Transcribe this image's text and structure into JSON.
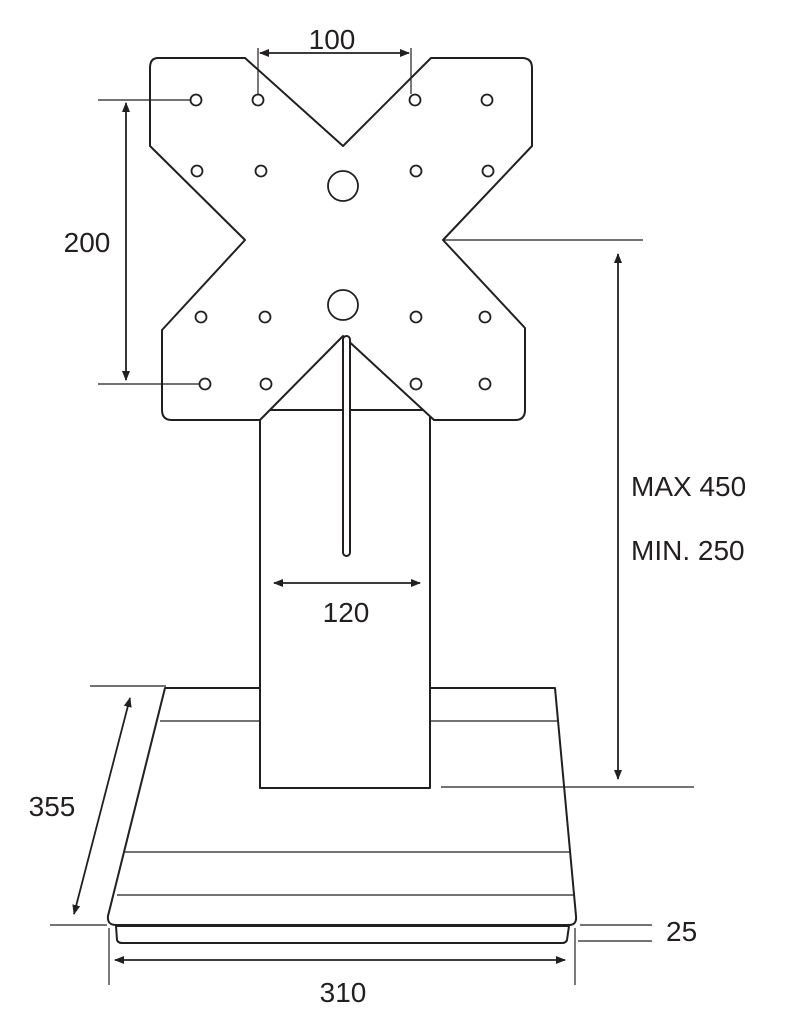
{
  "dimensions": {
    "vesa_horizontal": "100",
    "vesa_vertical": "200",
    "height_max": "MAX 450",
    "height_min": "MIN. 250",
    "column_width": "120",
    "base_depth": "355",
    "base_thickness": "25",
    "base_width": "310"
  },
  "colors": {
    "line": "#231f20",
    "background": "#ffffff"
  }
}
